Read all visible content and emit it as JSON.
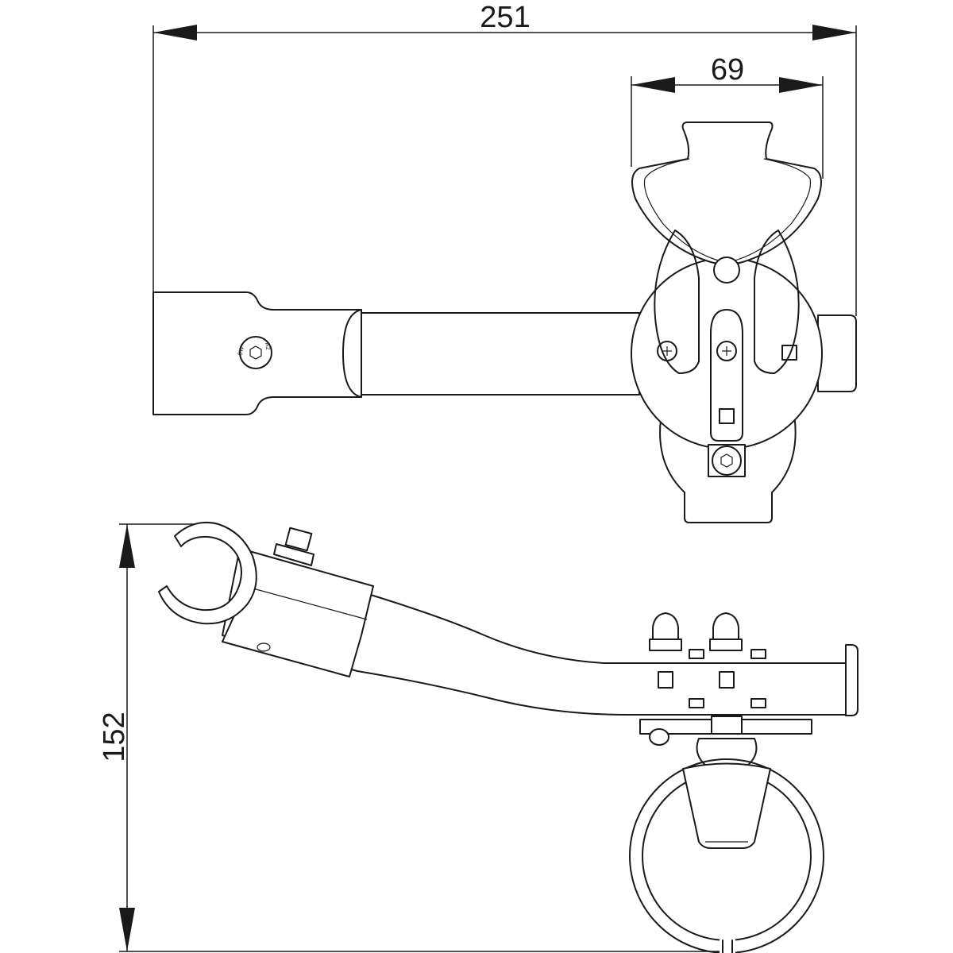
{
  "dimensions": {
    "overall_width": "251",
    "holder_width": "69",
    "overall_height": "152"
  },
  "colors": {
    "line": "#1a1a1a",
    "background": "#ffffff"
  }
}
